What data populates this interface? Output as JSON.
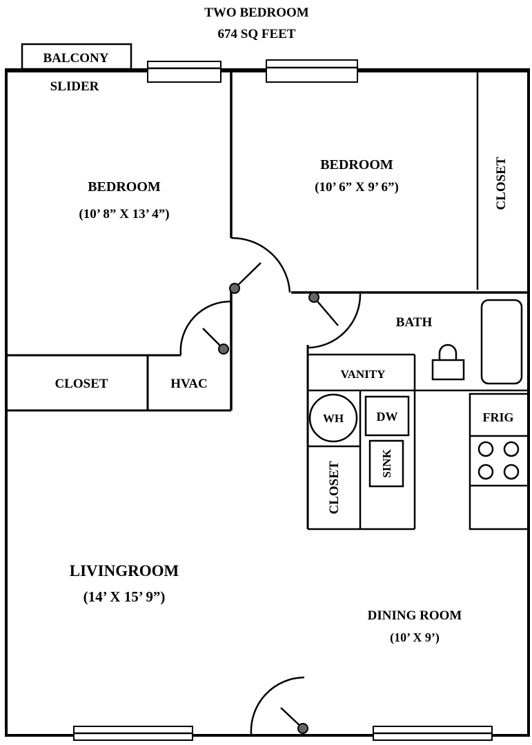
{
  "header": {
    "title": "TWO BEDROOM",
    "area": "674 SQ FEET"
  },
  "labels": {
    "balcony": "BALCONY",
    "slider": "SLIDER",
    "bedroom_left": "BEDROOM",
    "bedroom_left_dims": "(10’ 8” X 13’ 4”)",
    "bedroom_right": "BEDROOM",
    "bedroom_right_dims": "(10’ 6” X 9’ 6”)",
    "closet_right": "CLOSET",
    "bath": "BATH",
    "vanity": "VANITY",
    "closet_left": "CLOSET",
    "hvac": "HVAC",
    "wh": "WH",
    "dw": "DW",
    "sink": "SINK",
    "closet_kitchen": "CLOSET",
    "frig": "FRIG",
    "living_room": "LIVINGROOM",
    "living_room_dims": "(14’ X 15’ 9”)",
    "dining_room": "DINING ROOM",
    "dining_room_dims": "(10’ X 9’)"
  },
  "colors": {
    "line": "#000000",
    "background": "#ffffff",
    "door_knob": "#666666"
  }
}
